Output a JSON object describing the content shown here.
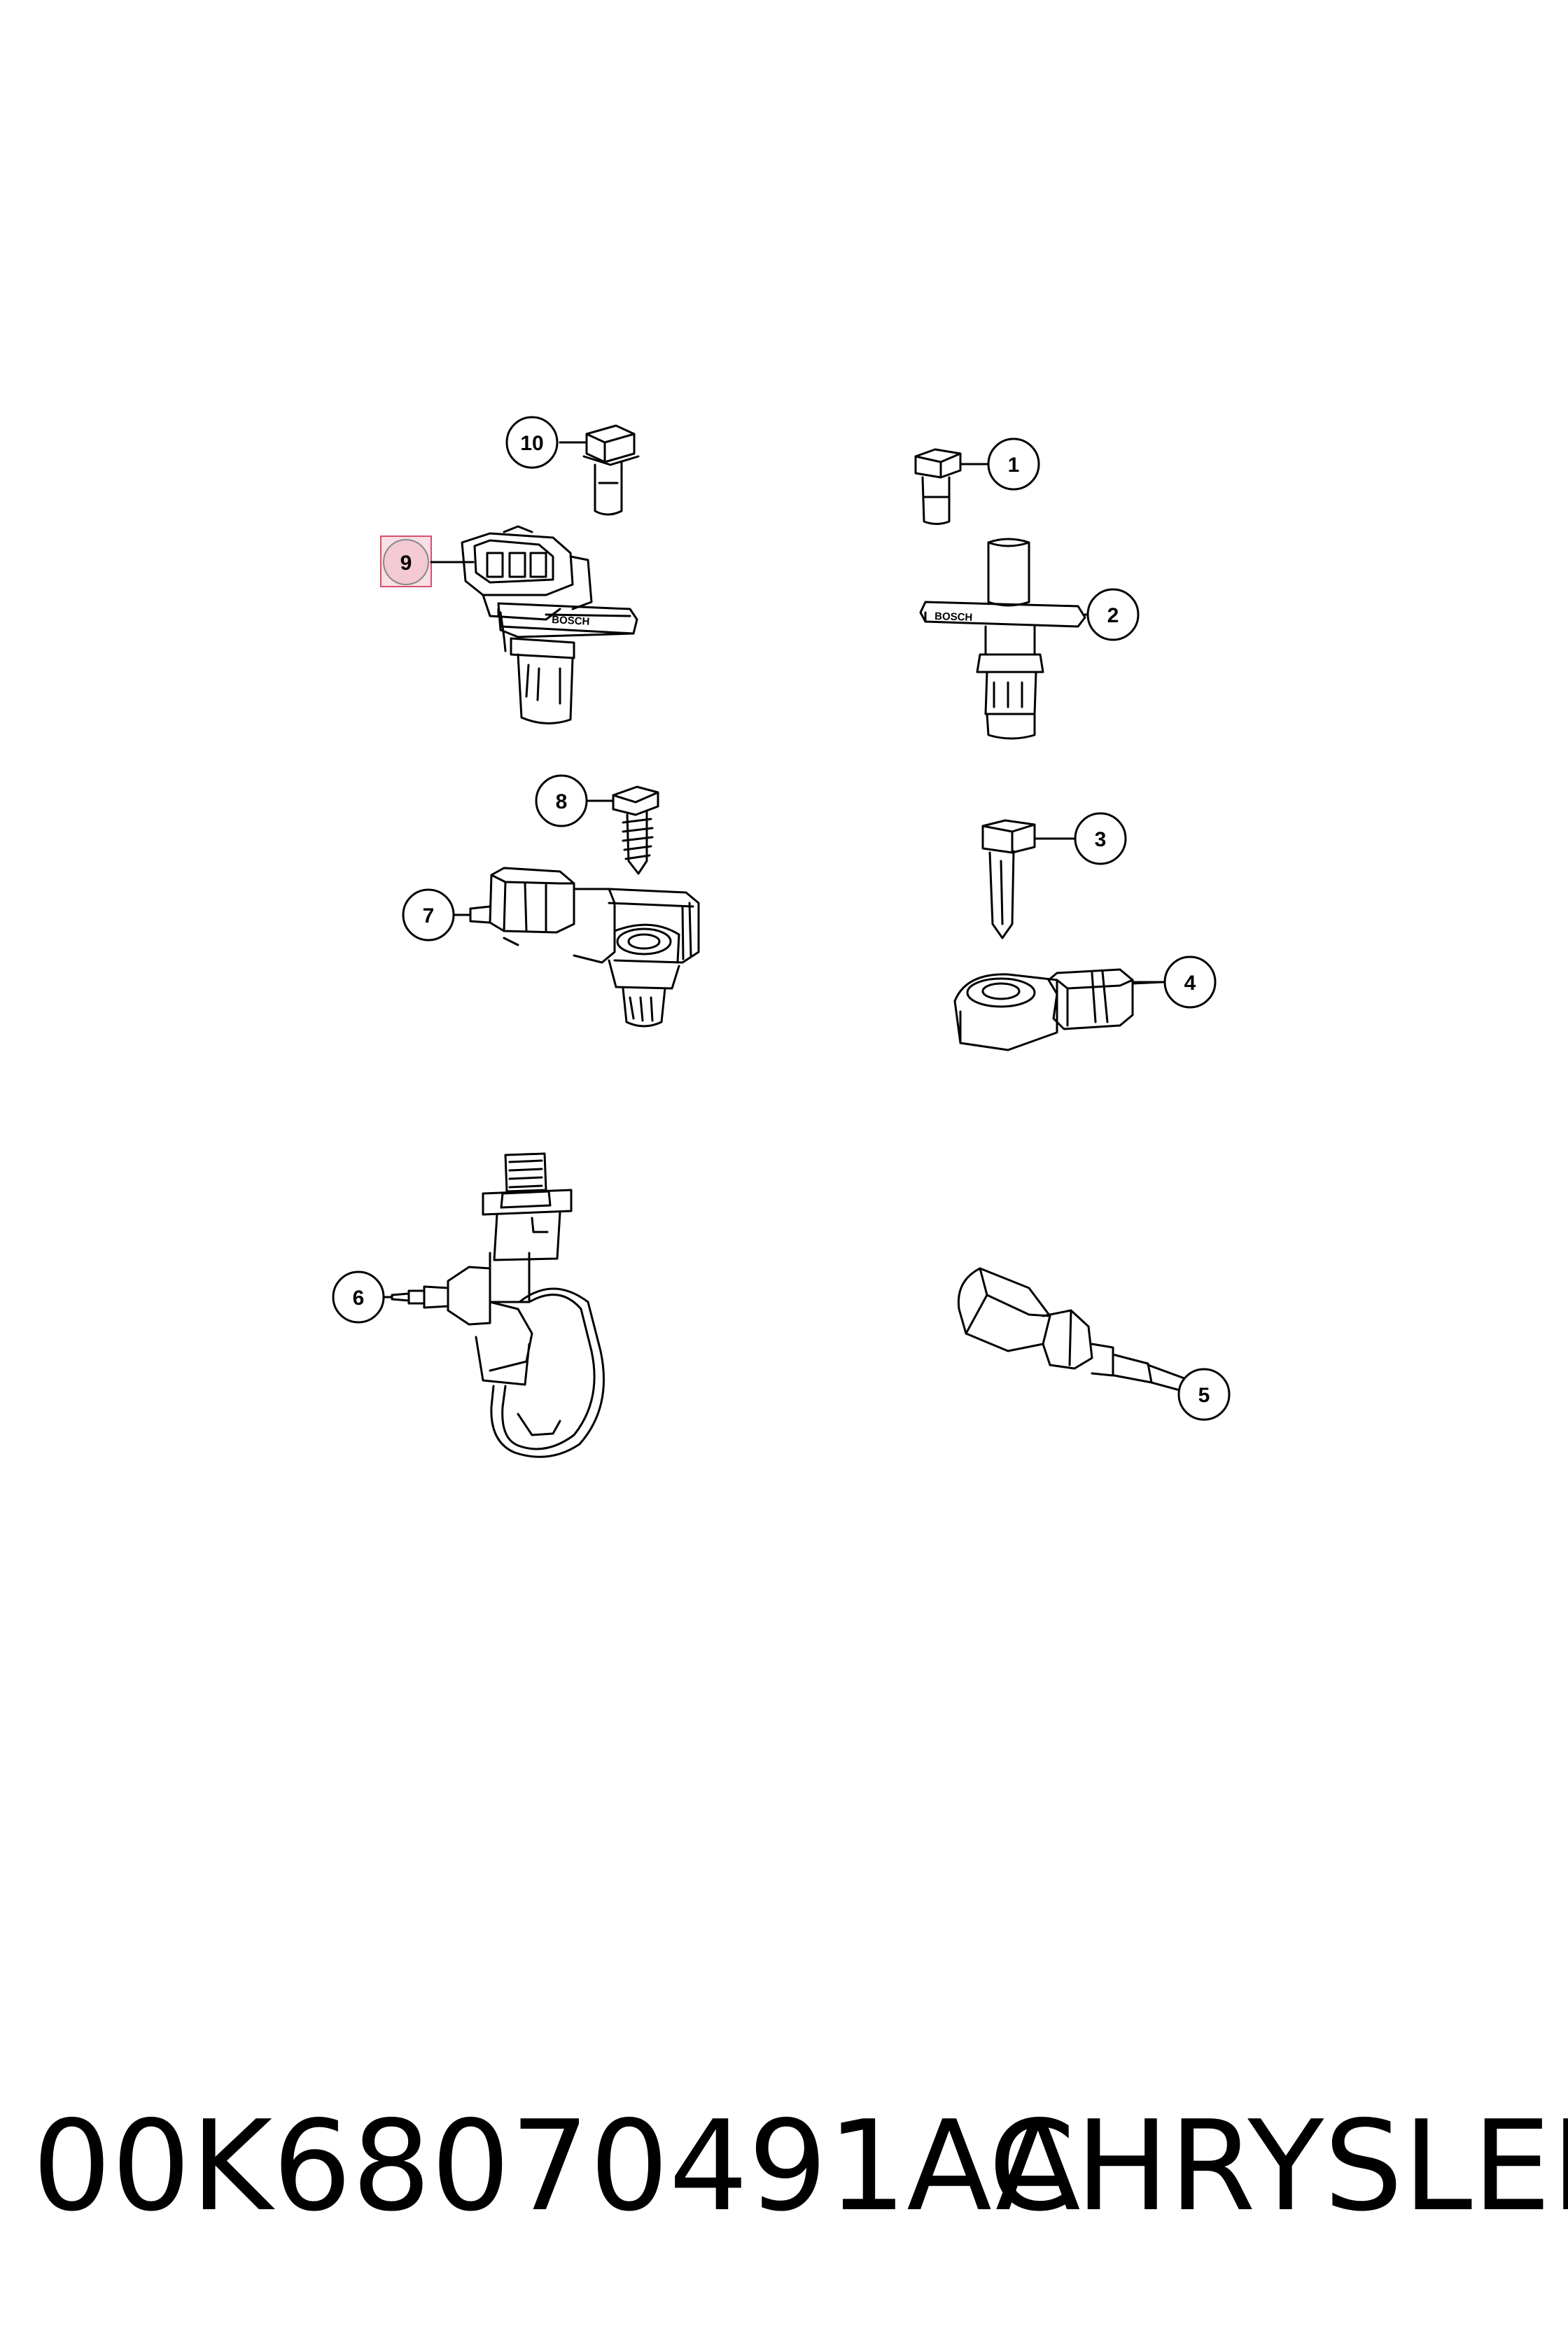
{
  "callouts": [
    {
      "id": "1",
      "label": "1"
    },
    {
      "id": "2",
      "label": "2"
    },
    {
      "id": "3",
      "label": "3"
    },
    {
      "id": "4",
      "label": "4"
    },
    {
      "id": "5",
      "label": "5"
    },
    {
      "id": "6",
      "label": "6"
    },
    {
      "id": "7",
      "label": "7"
    },
    {
      "id": "8",
      "label": "8"
    },
    {
      "id": "9",
      "label": "9",
      "highlighted": true
    },
    {
      "id": "10",
      "label": "10"
    }
  ],
  "part_logos": {
    "sensor_9": "BOSCH",
    "sensor_2": "BOSCH"
  },
  "footer": {
    "part_number": "00K68070491AA",
    "brand": "CHRYSLER"
  },
  "colors": {
    "line": "#000000",
    "highlight_fill": "#f8e0e6",
    "highlight_border": "#d94f6a",
    "background": "#ffffff"
  }
}
